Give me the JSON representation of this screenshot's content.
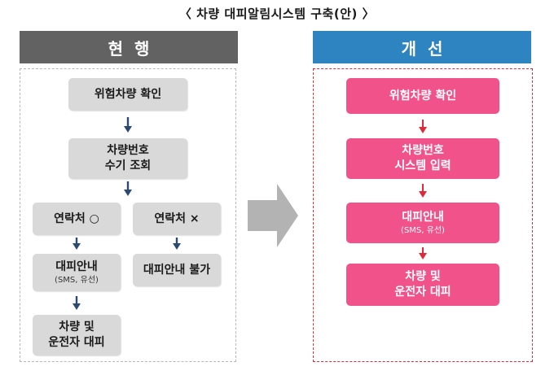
{
  "title": "〈 차량 대피알림시스템 구축(안) 〉",
  "current": {
    "header": "현행",
    "step1": "위험차량 확인",
    "step2_line1": "차량번호",
    "step2_line2": "수기 조회",
    "contact_yes": "연락처 ○",
    "contact_no": "연락처 ×",
    "notice_label": "대피안내",
    "notice_sub": "(SMS, 유선)",
    "notice_unavailable": "대피안내 불가",
    "evac_line1": "차량 및",
    "evac_line2": "운전자 대피"
  },
  "improved": {
    "header": "개선",
    "step1": "위험차량 확인",
    "step2_line1": "차량번호",
    "step2_line2": "시스템 입력",
    "step3_label": "대피안내",
    "step3_sub": "(SMS, 유선)",
    "step4_line1": "차량 및",
    "step4_line2": "운전자 대피"
  },
  "colors": {
    "current_header": "#626262",
    "improved_header": "#2e84c1",
    "current_box": "#d9d9d9",
    "improved_box": "#f2528a",
    "current_arrow": "#2b4a72",
    "improved_arrow": "#e0293c",
    "transition_arrow": "#b3b3b3"
  }
}
